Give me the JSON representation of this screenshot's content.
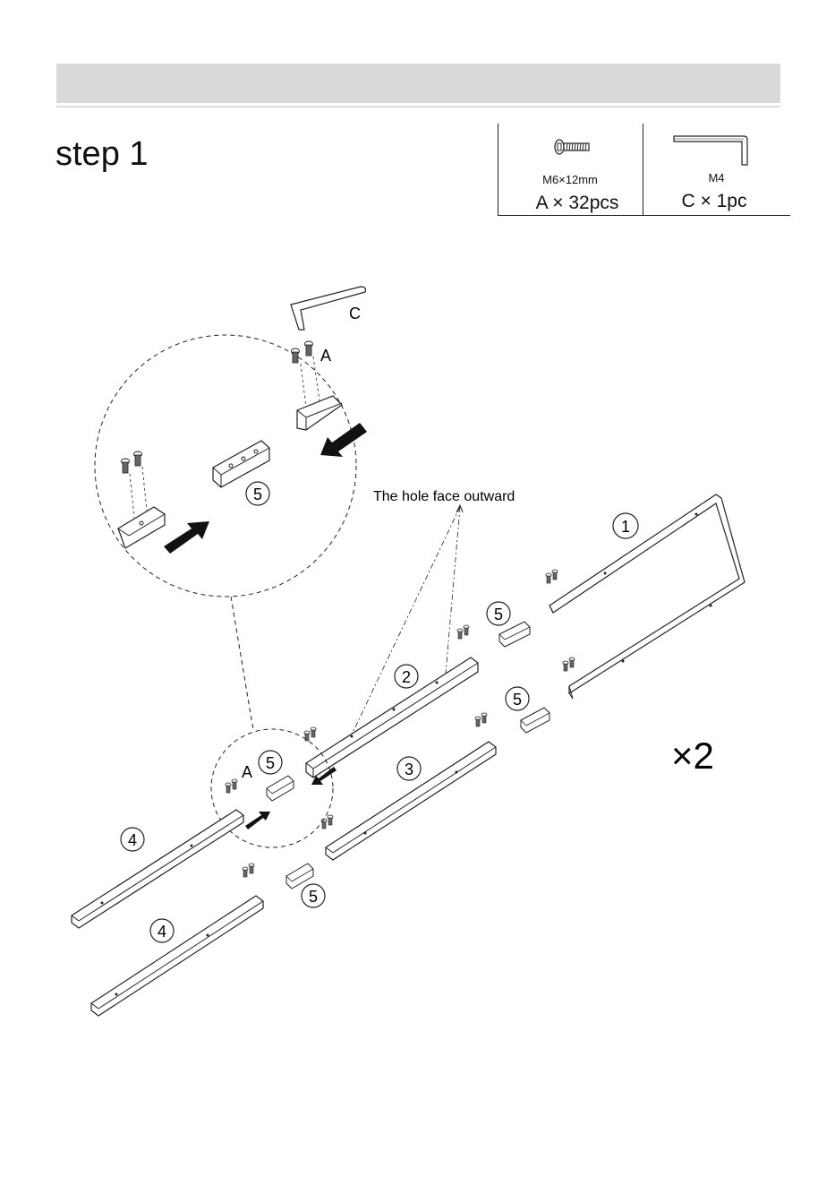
{
  "step": {
    "title": "step 1"
  },
  "hardware": [
    {
      "id": "A",
      "spec": "M6×12mm",
      "qty": "A × 32pcs",
      "icon": "bolt-icon"
    },
    {
      "id": "C",
      "spec": "M4",
      "qty": "C × 1pc",
      "icon": "hex-key-icon"
    }
  ],
  "diagram": {
    "note": "The hole face outward",
    "multiplier": "×2",
    "callouts": {
      "tool_c": "C",
      "bolt_a_detail": "A",
      "bolt_a_small": "A",
      "part1": "1",
      "part2": "2",
      "part3": "3",
      "part4_upper": "4",
      "part4_lower": "4",
      "part5_detail": "5",
      "part5_small": "5",
      "part5_a": "5",
      "part5_b": "5",
      "part5_c": "5"
    }
  }
}
